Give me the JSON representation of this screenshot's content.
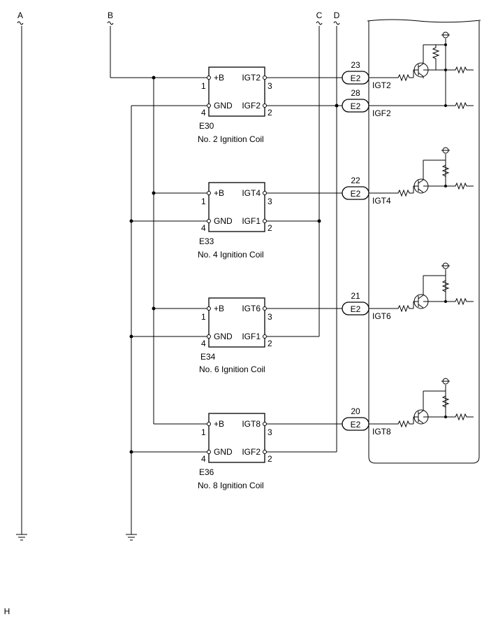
{
  "diagram": {
    "top_labels": [
      "A",
      "B",
      "C",
      "D"
    ],
    "corner_label": "H",
    "connector_name": "E2",
    "coils": [
      {
        "id": "E30",
        "name": "No. 2 Ignition Coil",
        "pin1": "1",
        "pin2": "2",
        "pin3": "3",
        "pin4": "4",
        "label_b": "+B",
        "label_gnd": "GND",
        "label_igt": "IGT2",
        "label_igf": "IGF2"
      },
      {
        "id": "E33",
        "name": "No. 4 Ignition Coil",
        "pin1": "1",
        "pin2": "2",
        "pin3": "3",
        "pin4": "4",
        "label_b": "+B",
        "label_gnd": "GND",
        "label_igt": "IGT4",
        "label_igf": "IGF1"
      },
      {
        "id": "E34",
        "name": "No. 6 Ignition Coil",
        "pin1": "1",
        "pin2": "2",
        "pin3": "3",
        "pin4": "4",
        "label_b": "+B",
        "label_gnd": "GND",
        "label_igt": "IGT6",
        "label_igf": "IGF1"
      },
      {
        "id": "E36",
        "name": "No. 8 Ignition Coil",
        "pin1": "1",
        "pin2": "2",
        "pin3": "3",
        "pin4": "4",
        "label_b": "+B",
        "label_gnd": "GND",
        "label_igt": "IGT8",
        "label_igf": "IGF2"
      }
    ],
    "ecu_pins": [
      {
        "pin": "23",
        "signal": "IGT2"
      },
      {
        "pin": "28",
        "signal": "IGF2"
      },
      {
        "pin": "22",
        "signal": "IGT4"
      },
      {
        "pin": "21",
        "signal": "IGT6"
      },
      {
        "pin": "20",
        "signal": "IGT8"
      }
    ]
  }
}
